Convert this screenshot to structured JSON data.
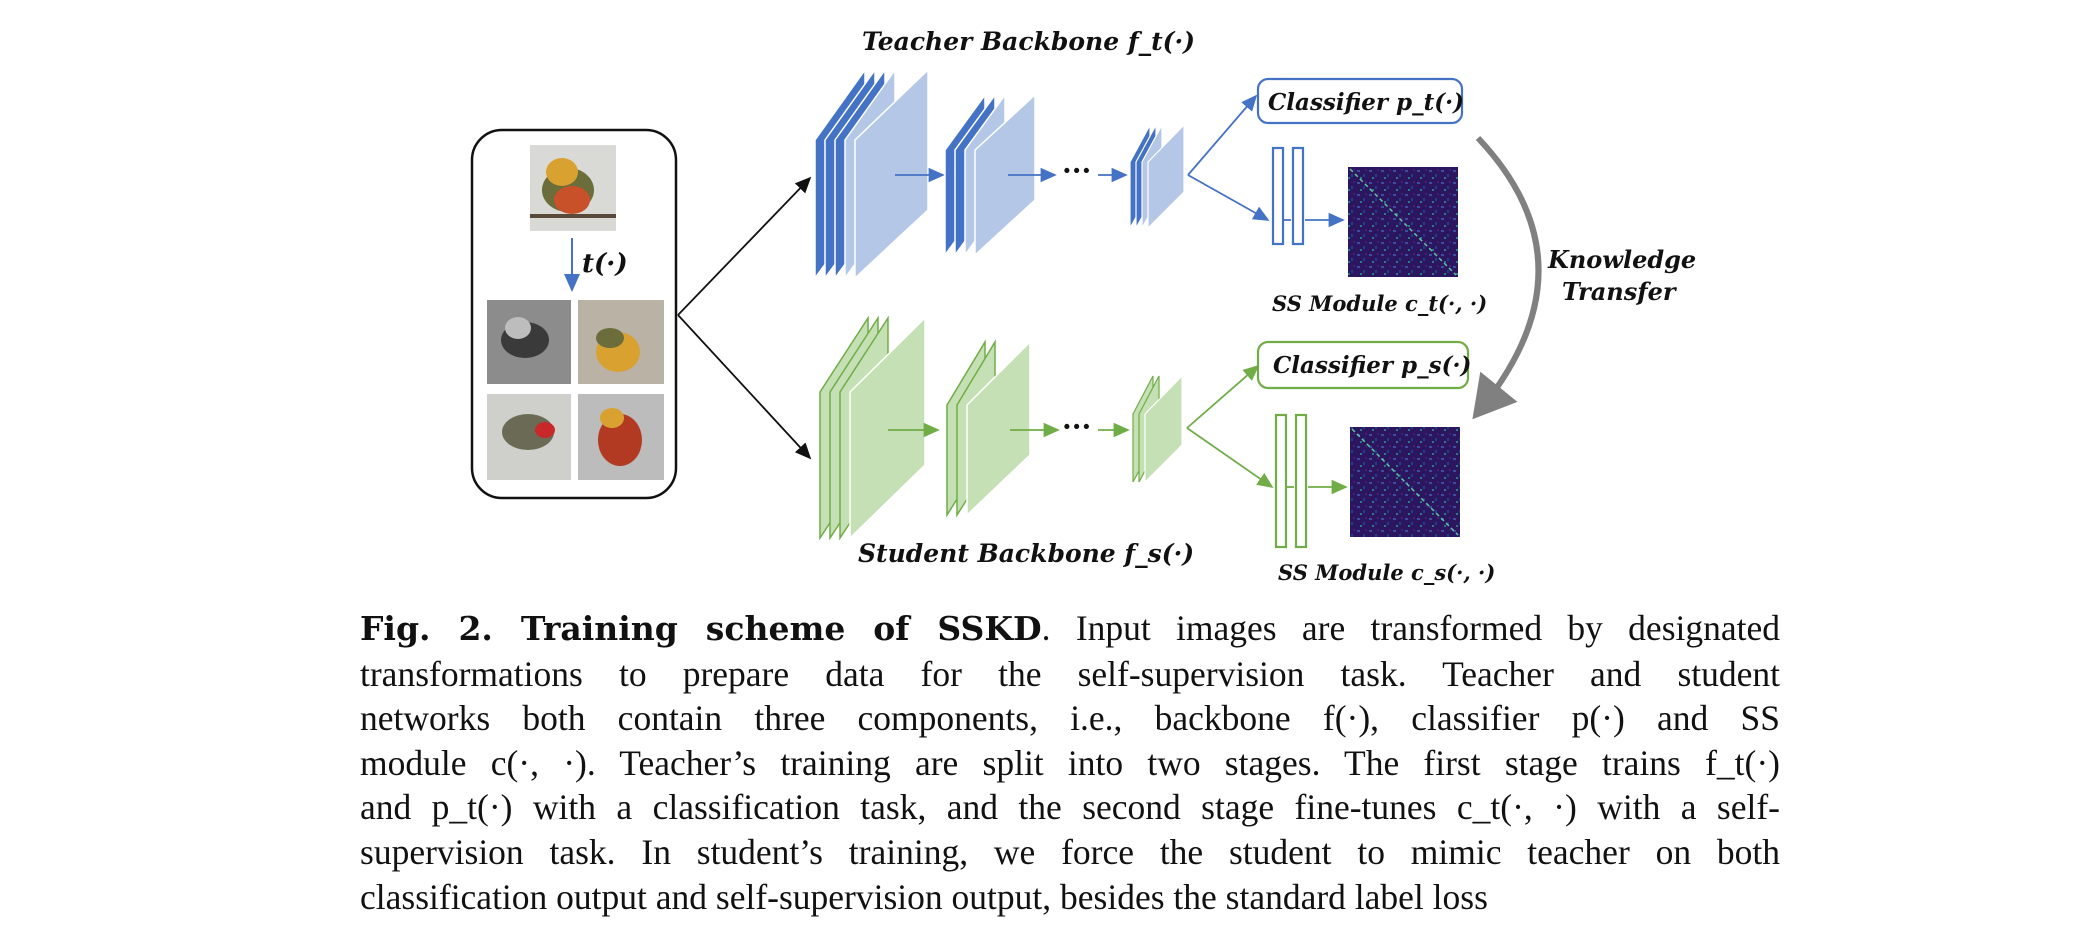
{
  "figure": {
    "teacher_backbone": "Teacher Backbone f_t(·)",
    "student_backbone": "Student Backbone f_s(·)",
    "transform_label": "t(·)",
    "ellipsis": "···",
    "classifier_teacher": "Classifier p_t(·)",
    "classifier_student": "Classifier p_s(·)",
    "ss_module_teacher": "SS Module c_t(·, ·)",
    "ss_module_student": "SS Module c_s(·, ·)",
    "knowledge_transfer_line1": "Knowledge",
    "knowledge_transfer_line2": "Transfer",
    "colors": {
      "teacher": "#4472c4",
      "teacher_light": "#b4c7e7",
      "student": "#70ad47",
      "student_light": "#c5e0b4",
      "matrix": "#2d1660"
    }
  },
  "caption": {
    "label": "Fig. 2. Training scheme of SSKD",
    "lines": [
      ". Input images are transformed by designated",
      "transformations to prepare data for the self-supervision task. Teacher and student",
      "networks both contain three components, i.e., backbone f(·), classifier p(·) and SS",
      "module c(·, ·). Teacher’s training are split into two stages. The first stage trains f_t(·)",
      "and p_t(·) with a classification task, and the second stage fine-tunes c_t(·, ·) with a self-",
      "supervision task. In student’s training, we force the student to mimic teacher on both",
      "classification output and self-supervision output, besides the standard label loss"
    ]
  }
}
